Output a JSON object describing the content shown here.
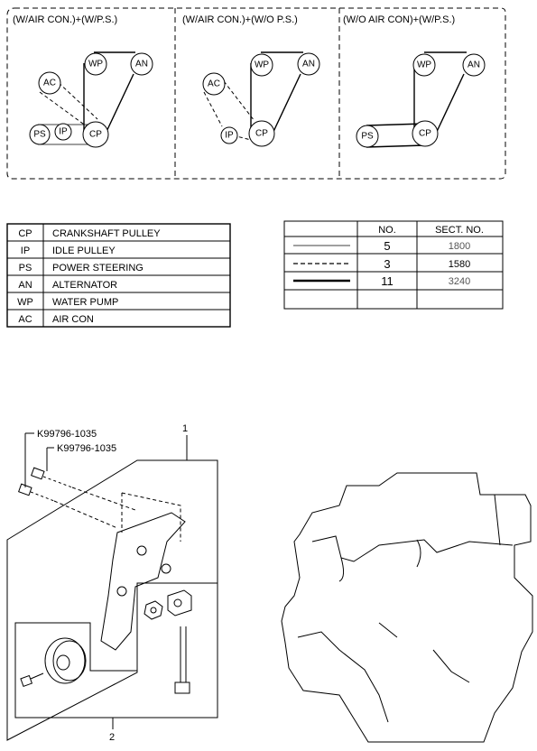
{
  "belt_diagrams": [
    {
      "header": "(W/AIR CON.)+(W/P.S.)",
      "pulleys": [
        "AC",
        "WP",
        "AN",
        "PS",
        "IP",
        "CP"
      ]
    },
    {
      "header": "(W/AIR CON.)+(W/O P.S.)",
      "pulleys": [
        "AC",
        "WP",
        "AN",
        "IP",
        "CP"
      ]
    },
    {
      "header": "(W/O AIR CON)+(W/P.S.)",
      "pulleys": [
        "WP",
        "AN",
        "PS",
        "CP"
      ]
    }
  ],
  "legend_table": [
    {
      "code": "CP",
      "name": "CRANKSHAFT PULLEY"
    },
    {
      "code": "IP",
      "name": "IDLE PULLEY"
    },
    {
      "code": "PS",
      "name": "POWER STEERING"
    },
    {
      "code": "AN",
      "name": "ALTERNATOR"
    },
    {
      "code": "WP",
      "name": "WATER PUMP"
    },
    {
      "code": "AC",
      "name": "AIR CON"
    }
  ],
  "belt_table": {
    "headers": {
      "no": "NO.",
      "sect": "SECT. NO."
    },
    "rows": [
      {
        "line_style": "thin",
        "no": "5",
        "sect": "1800"
      },
      {
        "line_style": "dashed",
        "no": "3",
        "sect": "1580"
      },
      {
        "line_style": "thick",
        "no": "11",
        "sect": "3240"
      },
      {
        "line_style": "none",
        "no": "",
        "sect": ""
      }
    ]
  },
  "parts": {
    "part_1": "1",
    "part_2": "2",
    "bolt_a": "K99796-1035",
    "bolt_b": "K99796-1035"
  }
}
